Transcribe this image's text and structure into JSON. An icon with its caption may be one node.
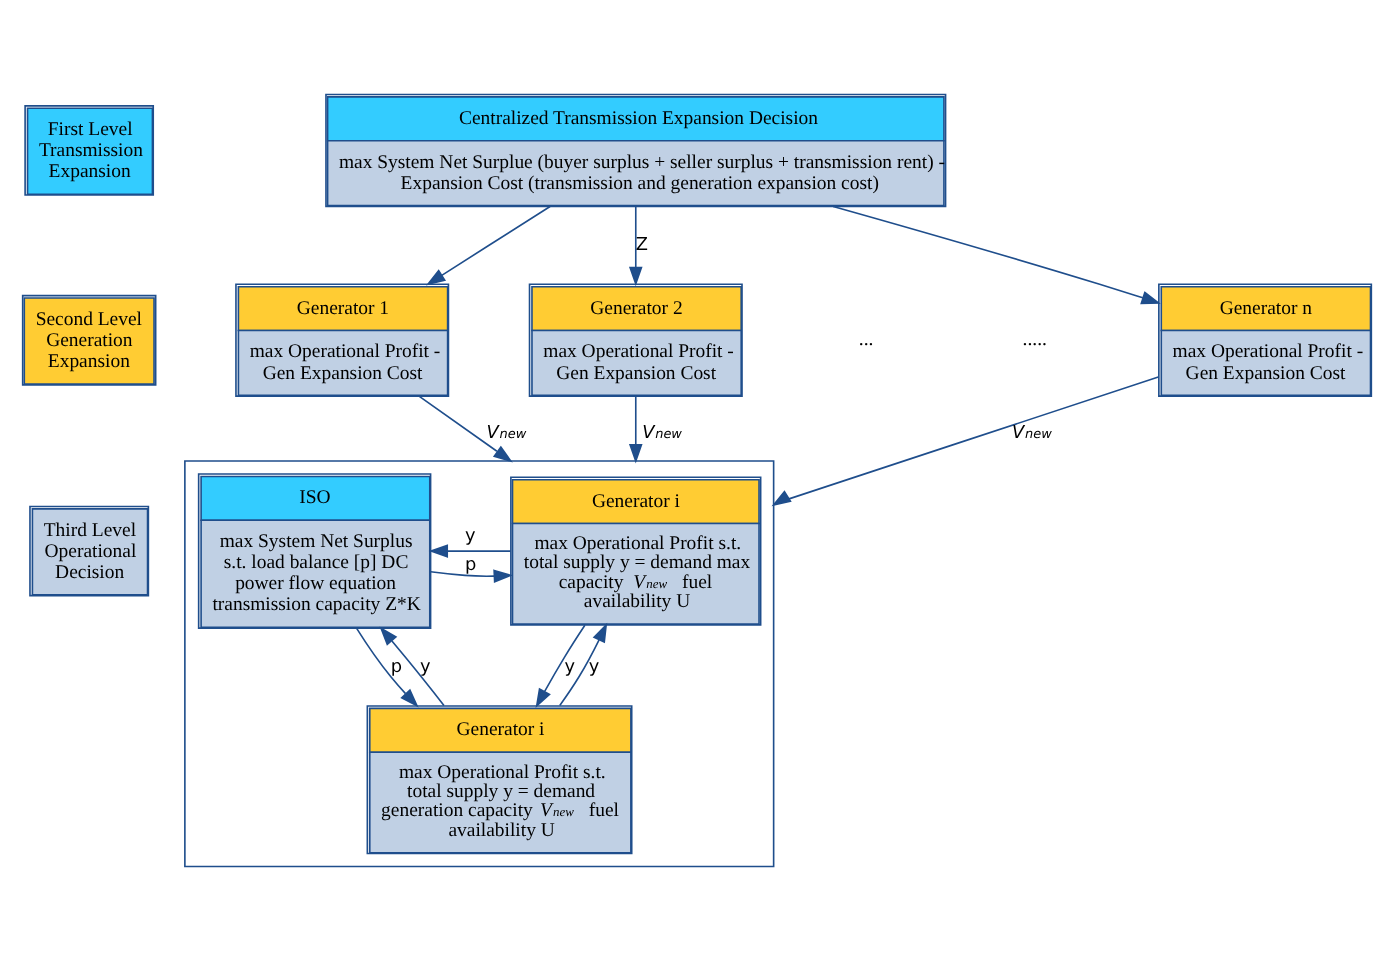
{
  "diagram": {
    "nodes": [
      {
        "text": [
          "First Level Transmission Expansion"
        ]
      },
      {
        "text": [
          "Second Level Generation Expansion"
        ]
      },
      {
        "text": [
          "Third Level Operational Decision"
        ]
      },
      {
        "text": [
          "Centralized Transmission Expansion Decision",
          "max System Net Surplue (buyer surplus + seller surplus + transmission rent) - Expansion Cost (transmission and generation expansion cost)"
        ]
      },
      {
        "text": [
          "Generator 1",
          "max Operational Profit - Gen Expansion Cost"
        ]
      },
      {
        "text": [
          "Generator 2",
          "max Operational Profit - Gen Expansion Cost"
        ]
      },
      {
        "text": [
          "Generator n",
          "max Operational Profit - Gen Expansion Cost"
        ]
      },
      {
        "text": [],
        "shape": "box"
      },
      {
        "text": [
          "Generator i",
          "max Operational Profit s.t. total supply y = demand max capacity V$^{new}$ fuel availability U"
        ],
        "in": 7
      },
      {
        "text": [
          "ISO",
          "max System Net Surplus s.t. load balance [p] DC power flow equation transmission capacity Z*K"
        ],
        "in": 7
      },
      {
        "text": [
          "Generator i",
          "max Operational Profit s.t. total supply y = demand generation capacity V$^{new}$ fuel availability U"
        ],
        "in": 7
      }
    ],
    "edges": [
      {
        "from": 3,
        "to": 4,
        "arrow": "to"
      },
      {
        "from": 3,
        "to": 5,
        "arrow": "to",
        "label": "Z"
      },
      {
        "from": 3,
        "to": 6,
        "arrow": "to"
      },
      {
        "from": 4,
        "to": 7,
        "arrow": "to",
        "label": "V$^{new}$"
      },
      {
        "from": 5,
        "to": 7,
        "arrow": "to",
        "label": "V$^{new}$"
      },
      {
        "from": 6,
        "to": 7,
        "arrow": "to",
        "label": "V$^{new}$"
      },
      {
        "from": 8,
        "to": 9,
        "arrow": "to",
        "label": "y"
      },
      {
        "from": 9,
        "to": 8,
        "arrow": "to",
        "label": "p"
      },
      {
        "from": 8,
        "to": 10,
        "arrow": "to",
        "label": "y"
      },
      {
        "from": 10,
        "to": 8,
        "arrow": "to",
        "label": "y"
      },
      {
        "from": 9,
        "to": 10,
        "arrow": "to",
        "label": "p"
      },
      {
        "from": 10,
        "to": 9,
        "arrow": "to",
        "label": "y"
      }
    ],
    "labels": [
      "...",
      "....."
    ]
  }
}
